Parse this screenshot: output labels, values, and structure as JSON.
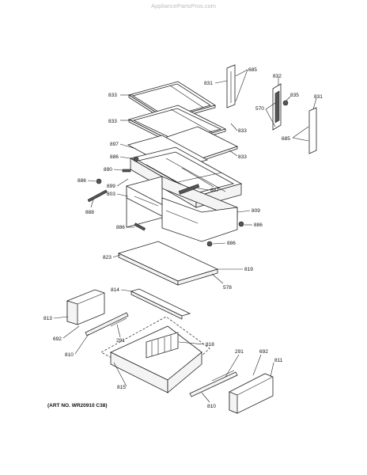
{
  "watermark": "AppliancePartsPros.com",
  "art_no": "(ART NO. WR20910 C38)",
  "callouts": {
    "c831a": "831",
    "c685a": "685",
    "c832": "832",
    "c835": "835",
    "c831b": "831",
    "c570": "570",
    "c685b": "685",
    "c833a": "833",
    "c833b": "833",
    "c833c": "833",
    "c833d": "833",
    "c897": "897",
    "c886a": "886",
    "c890": "890",
    "c886b": "886",
    "c899": "899",
    "c887": "887",
    "c803": "803",
    "c888": "888",
    "c809": "809",
    "c886c": "886",
    "c886d": "886",
    "c886e": "886",
    "c823": "823",
    "c819": "819",
    "c578": "578",
    "c814": "814",
    "c813": "813",
    "c692a": "692",
    "c291a": "291",
    "c818": "818",
    "c810a": "810",
    "c291b": "291",
    "c692b": "692",
    "c811": "811",
    "c815": "815",
    "c810b": "810"
  }
}
